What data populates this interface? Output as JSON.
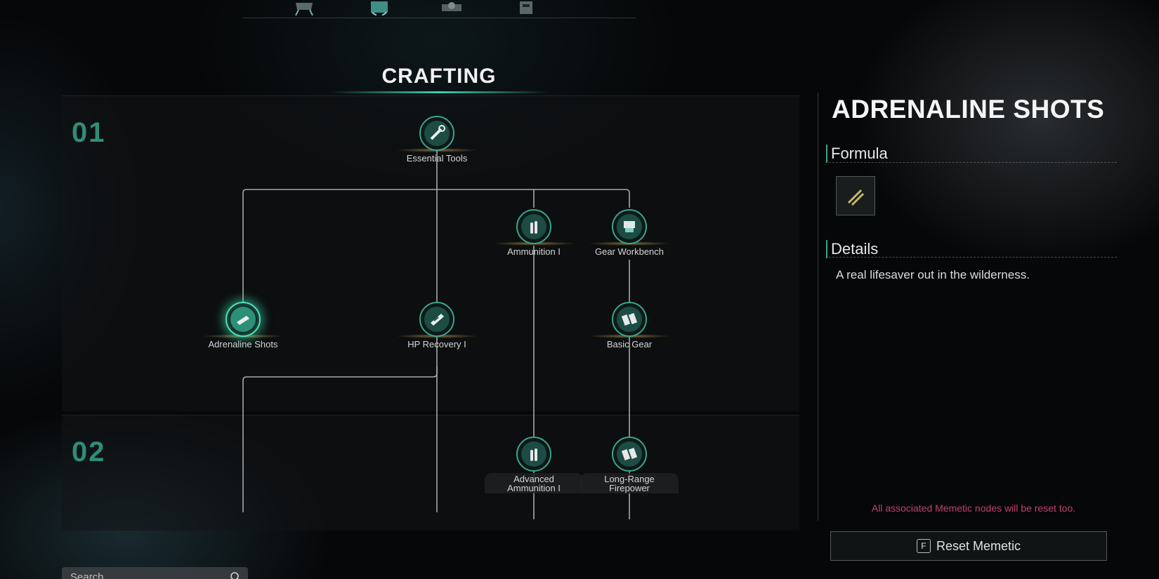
{
  "header": {
    "title": "CRAFTING",
    "nav_icons": [
      "workbench-icon",
      "crafting-station-icon",
      "gear-bench-icon",
      "storage-icon"
    ]
  },
  "tiers": [
    {
      "label": "01"
    },
    {
      "label": "02"
    }
  ],
  "nodes": [
    {
      "id": "essential-tools",
      "label": "Essential Tools",
      "icon": "tools-icon",
      "selected": false
    },
    {
      "id": "ammunition-1",
      "label": "Ammunition I",
      "icon": "bullets-icon",
      "selected": false
    },
    {
      "id": "gear-workbench",
      "label": "Gear Workbench",
      "icon": "workbench-icon",
      "selected": false
    },
    {
      "id": "adrenaline-shots",
      "label": "Adrenaline Shots",
      "icon": "syringe-icon",
      "selected": true
    },
    {
      "id": "hp-recovery-1",
      "label": "HP Recovery I",
      "icon": "bandage-icon",
      "selected": false
    },
    {
      "id": "basic-gear",
      "label": "Basic Gear",
      "icon": "gear-parts-icon",
      "selected": false
    },
    {
      "id": "advanced-ammunition-1",
      "label_line1": "Advanced",
      "label_line2": "Ammunition I",
      "icon": "bullets-icon",
      "selected": false
    },
    {
      "id": "long-range-firepower",
      "label_line1": "Long-Range",
      "label_line2": "Firepower",
      "icon": "gear-parts-icon",
      "selected": false
    }
  ],
  "detail": {
    "title": "ADRENALINE SHOTS",
    "formula_heading": "Formula",
    "formula_item_icon": "syringe-icon",
    "details_heading": "Details",
    "description": "A real lifesaver out in the wilderness.",
    "warning": "All associated Memetic nodes will be reset too.",
    "reset_key": "F",
    "reset_label": "Reset Memetic"
  },
  "search": {
    "placeholder": "Search"
  },
  "colors": {
    "accent": "#3aa58c",
    "accent_glow": "#4fe3bb",
    "tier_number": "#2f8d78",
    "warning": "#c0426a"
  }
}
